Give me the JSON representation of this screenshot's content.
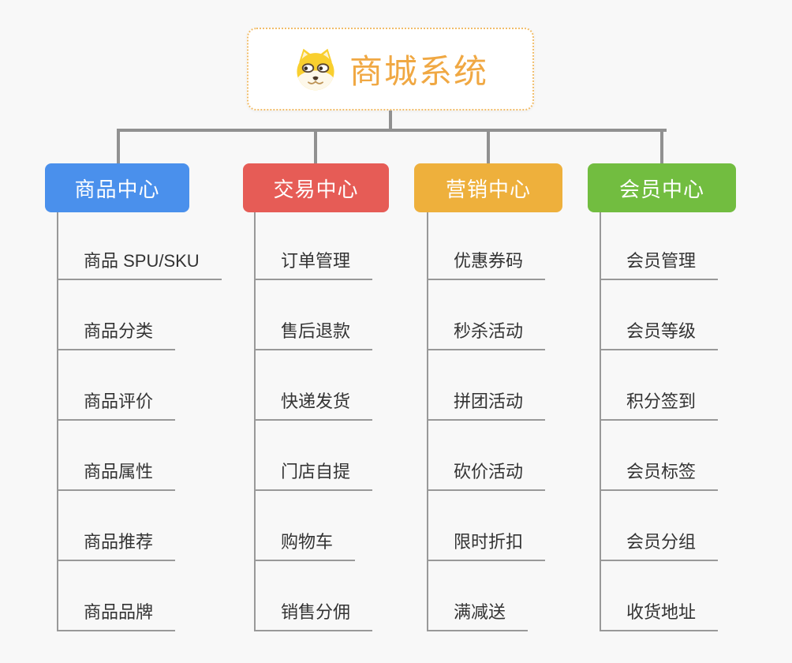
{
  "root": {
    "title": "商城系统",
    "icon": "dog-face-icon"
  },
  "branches": [
    {
      "id": "product-center",
      "label": "商品中心",
      "color": "#4a90ec",
      "items": [
        "商品 SPU/SKU",
        "商品分类",
        "商品评价",
        "商品属性",
        "商品推荐",
        "商品品牌"
      ]
    },
    {
      "id": "trade-center",
      "label": "交易中心",
      "color": "#e65c56",
      "items": [
        "订单管理",
        "售后退款",
        "快递发货",
        "门店自提",
        "购物车",
        "销售分佣"
      ]
    },
    {
      "id": "marketing-center",
      "label": "营销中心",
      "color": "#eeb03c",
      "items": [
        "优惠券码",
        "秒杀活动",
        "拼团活动",
        "砍价活动",
        "限时折扣",
        "满减送"
      ]
    },
    {
      "id": "member-center",
      "label": "会员中心",
      "color": "#72bd40",
      "items": [
        "会员管理",
        "会员等级",
        "积分签到",
        "会员标签",
        "会员分组",
        "收货地址"
      ]
    }
  ],
  "palette": {
    "background": "#f8f8f8",
    "connector": "#919191",
    "leaf_line": "#999999",
    "leaf_text": "#333333",
    "root_accent": "#f0a843",
    "root_border": "#f1bd6a"
  }
}
